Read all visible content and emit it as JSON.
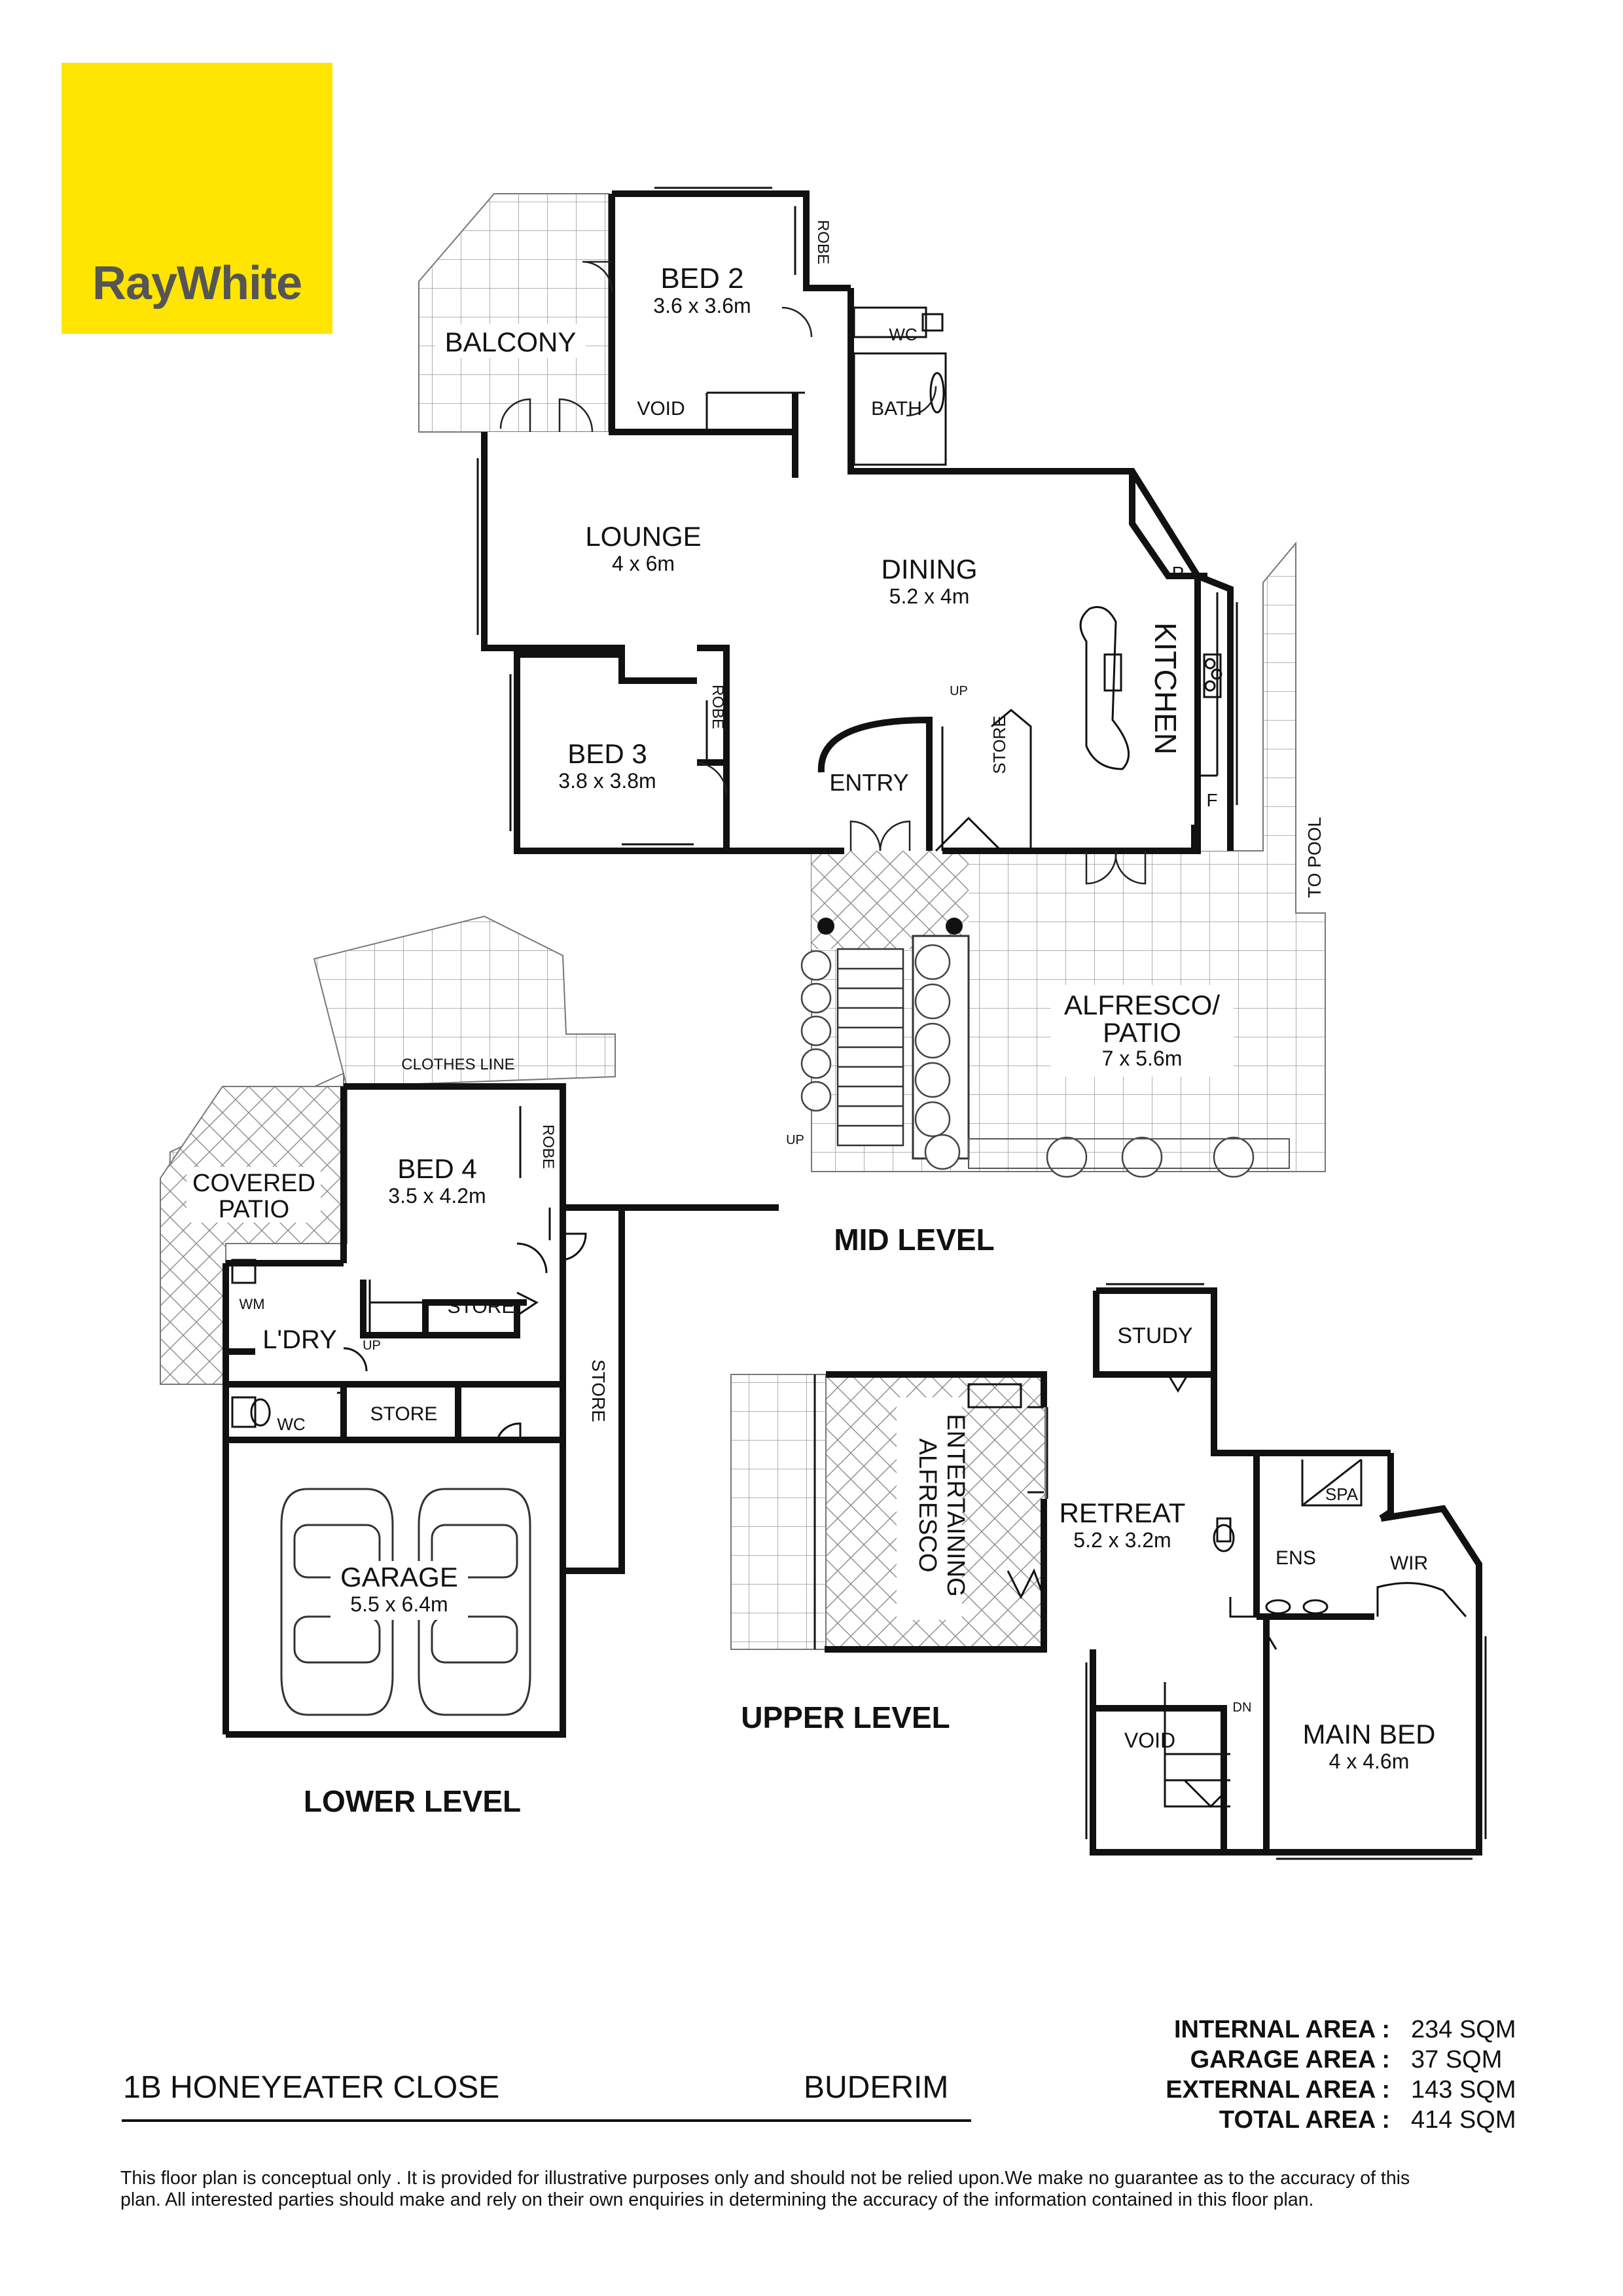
{
  "brand": {
    "name": "RayWhite",
    "color": "#FFE500",
    "text_color": "#555555"
  },
  "levels": {
    "mid": "MID LEVEL",
    "lower": "LOWER LEVEL",
    "upper": "UPPER LEVEL"
  },
  "rooms": {
    "bed2": {
      "name": "BED 2",
      "size": "3.6 x 3.6m"
    },
    "robe": "ROBE",
    "balcony": "BALCONY",
    "wc": "WC",
    "bath": "BATH",
    "void": "VOID",
    "lounge": {
      "name": "LOUNGE",
      "size": "4 x 6m"
    },
    "dining": {
      "name": "DINING",
      "size": "5.2 x 4m"
    },
    "pantry": "P",
    "kitchen": "KITCHEN",
    "fridge": "F",
    "bed3": {
      "name": "BED 3",
      "size": "3.8 x 3.8m"
    },
    "up": "UP",
    "store": "STORE",
    "entry": "ENTRY",
    "to_pool": "TO POOL",
    "alfresco": {
      "name1": "ALFRESCO/",
      "name2": "PATIO",
      "size": "7 x 5.6m"
    },
    "clothes_line": "CLOTHES LINE",
    "covered_patio": {
      "line1": "COVERED",
      "line2": "PATIO"
    },
    "bed4": {
      "name": "BED 4",
      "size": "3.5 x 4.2m"
    },
    "wm": "WM",
    "laundry": "L'DRY",
    "garage": {
      "name": "GARAGE",
      "size": "5.5 x 6.4m"
    },
    "study": "STUDY",
    "alfresco_ent": {
      "line1": "ALFRESCO",
      "line2": "ENTERTAINING"
    },
    "retreat": {
      "name": "RETREAT",
      "size": "5.2 x 3.2m"
    },
    "spa": "SPA",
    "ens": "ENS",
    "wir": "WIR",
    "dn": "DN",
    "main_bed": {
      "name": "MAIN BED",
      "size": "4 x 4.6m"
    }
  },
  "address": {
    "street": "1B HONEYEATER CLOSE",
    "suburb": "BUDERIM"
  },
  "areas": [
    {
      "label": "INTERNAL AREA :",
      "value": "234 SQM"
    },
    {
      "label": "GARAGE AREA :",
      "value": "37 SQM"
    },
    {
      "label": "EXTERNAL AREA :",
      "value": "143 SQM"
    },
    {
      "label": "TOTAL AREA :",
      "value": "414 SQM"
    }
  ],
  "disclaimer": {
    "line1": "This floor plan  is conceptual only . It is provided for illustrative purposes only and should not be relied upon.We make no guarantee as to the accuracy of this",
    "line2": "plan. All interested parties should make and rely on their own enquiries in determining the accuracy of the information contained in this floor plan."
  }
}
